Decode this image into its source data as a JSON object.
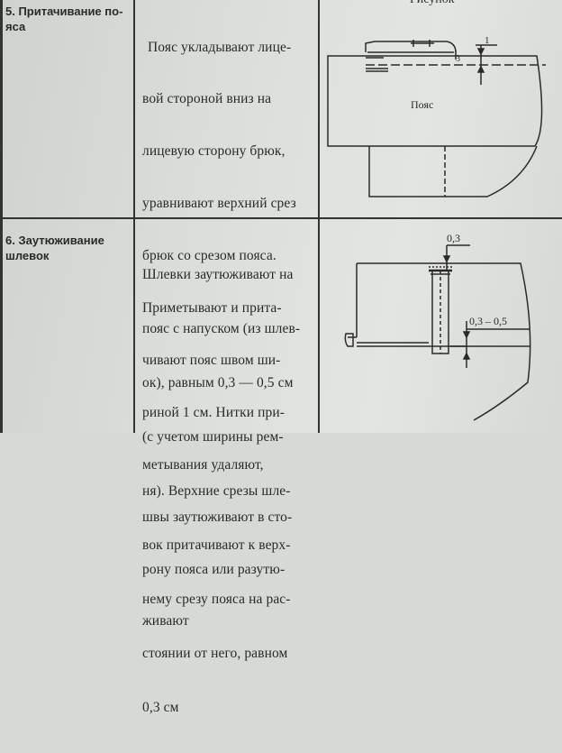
{
  "header": {
    "column_label": "Рисунок"
  },
  "rows": [
    {
      "title_lines": [
        "5. Притачивание по-",
        "яса"
      ],
      "description_lines": [
        "Пояс укладывают лице-",
        "вой стороной вниз на",
        "лицевую сторону брюк,",
        "уравнивают верхний срез",
        "брюк со срезом пояса.",
        "Приметывают и прита-",
        "чивают пояс швом ши-",
        "риной 1 см. Нитки при-",
        "метывания удаляют,",
        "швы заутюживают в сто-",
        "рону пояса или разутю-",
        "живают"
      ],
      "figure": {
        "belt_label": "Пояс",
        "dim_1": "1",
        "dim_3": "3"
      }
    },
    {
      "title_lines": [
        "6. Заутюживание",
        "шлевок"
      ],
      "description_lines": [
        "Шлевки заутюживают на",
        "пояс с напуском (из шлев-",
        "ок), равным 0,3 — 0,5 см",
        "(с учетом ширины рем-",
        "ня). Верхние срезы шле-",
        "вок притачивают к верх-",
        "нему срезу пояса на рас-",
        "стоянии от него, равном",
        "0,3 см"
      ],
      "figure": {
        "dim_top": "0,3",
        "dim_side": "0,3 – 0,5"
      }
    }
  ]
}
